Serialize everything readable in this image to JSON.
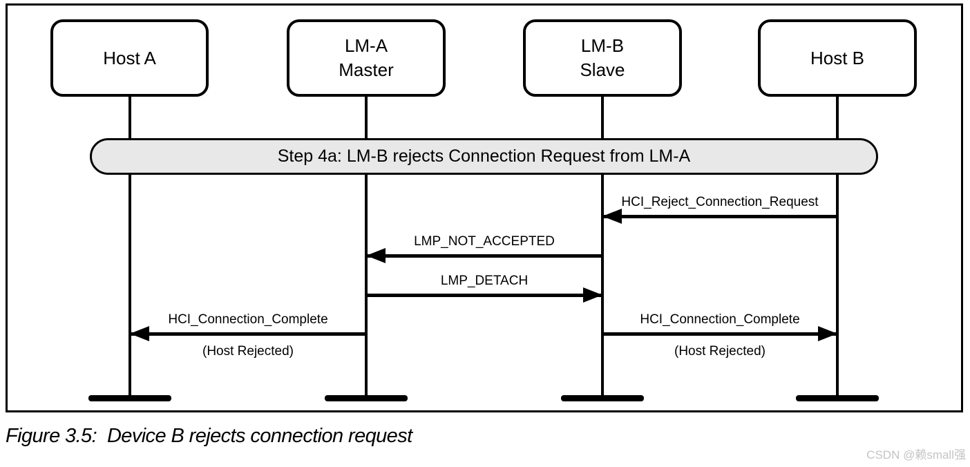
{
  "figure": {
    "banner_text": "Step 4a: LM-B rejects Connection Request from LM-A",
    "actors": [
      {
        "id": "host-a",
        "label": "Host A"
      },
      {
        "id": "lm-a",
        "label": "LM-A\nMaster"
      },
      {
        "id": "lm-b",
        "label": "LM-B\nSlave"
      },
      {
        "id": "host-b",
        "label": "Host B"
      }
    ],
    "messages": [
      {
        "label": "HCI_Reject_Connection_Request",
        "from": "Host B",
        "to": "LM-B Slave",
        "direction": "left"
      },
      {
        "label": "LMP_NOT_ACCEPTED",
        "from": "LM-B Slave",
        "to": "LM-A Master",
        "direction": "left"
      },
      {
        "label": "LMP_DETACH",
        "from": "LM-A Master",
        "to": "LM-B Slave",
        "direction": "right"
      },
      {
        "label": "HCI_Connection_Complete",
        "sublabel": "(Host Rejected)",
        "from": "LM-A Master",
        "to": "Host A",
        "direction": "left"
      },
      {
        "label": "HCI_Connection_Complete",
        "sublabel": "(Host Rejected)",
        "from": "LM-B Slave",
        "to": "Host B",
        "direction": "right"
      }
    ],
    "caption": "Figure 3.5:  Device B rejects connection request"
  },
  "watermark": "CSDN @赖small强",
  "colors": {
    "line": "#000000",
    "banner_fill": "#e8e8e8",
    "watermark_gray": "#c4c4c4"
  }
}
